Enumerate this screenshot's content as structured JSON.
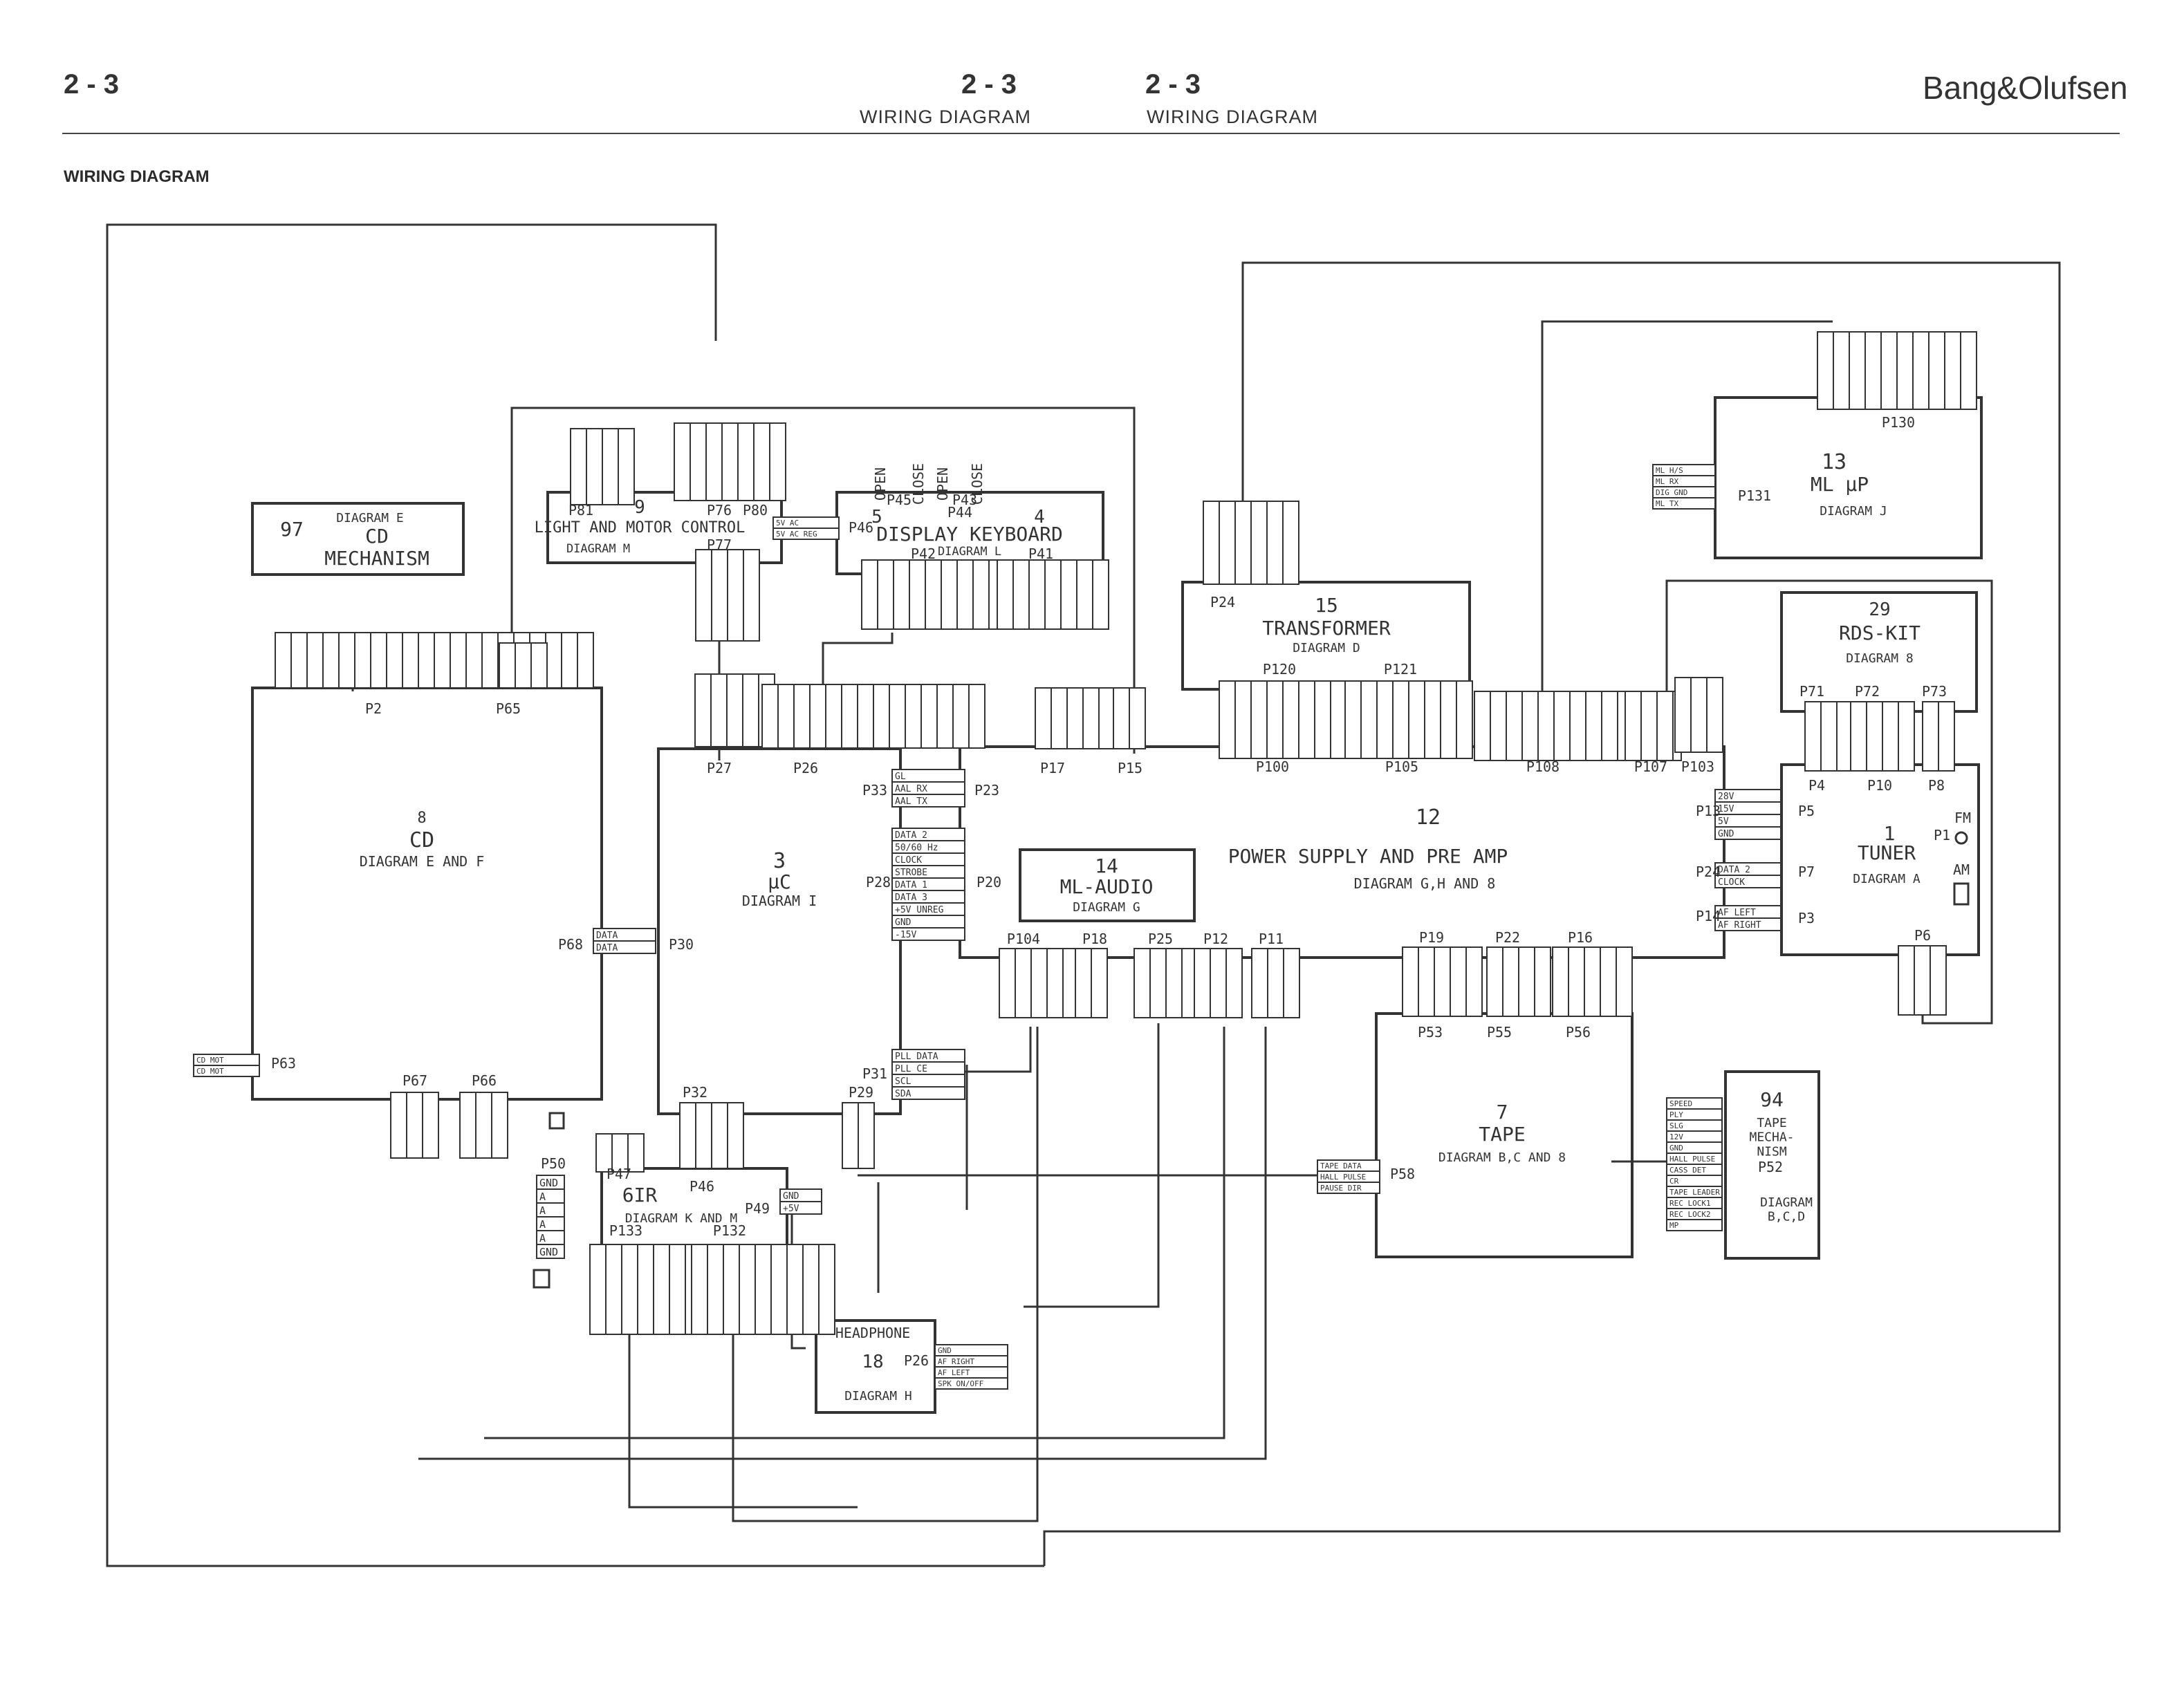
{
  "header": {
    "page_left": "2 - 3",
    "page_center_a": "2 - 3",
    "caption_center_a": "WIRING DIAGRAM",
    "page_center_b": "2 - 3",
    "caption_center_b": "WIRING DIAGRAM",
    "brand": "Bang&Olufsen",
    "section_title": "WIRING DIAGRAM"
  },
  "modules": [
    {
      "id": "cd",
      "num": "8",
      "name": "CD",
      "sub": "DIAGRAM E AND F"
    },
    {
      "id": "cdmech",
      "num": "97",
      "name": "CD\nMECHANISM",
      "sub": "DIAGRAM E"
    },
    {
      "id": "light",
      "num": "9",
      "name": "LIGHT AND MOTOR CONTROL",
      "sub": "DIAGRAM M"
    },
    {
      "id": "display",
      "num": "4",
      "name": "DISPLAY KEYBOARD",
      "sub": "DIAGRAM L",
      "extra": "5"
    },
    {
      "id": "uc",
      "num": "3",
      "name": "μC",
      "sub": "DIAGRAM I"
    },
    {
      "id": "mlaudio",
      "num": "14",
      "name": "ML-AUDIO",
      "sub": "DIAGRAM G"
    },
    {
      "id": "psu",
      "num": "12",
      "name": "POWER SUPPLY AND PRE AMP",
      "sub": "DIAGRAM G,H AND 8"
    },
    {
      "id": "transformer",
      "num": "15",
      "name": "TRANSFORMER",
      "sub": "DIAGRAM D"
    },
    {
      "id": "mlup",
      "num": "13",
      "name": "ML μP",
      "sub": "DIAGRAM J"
    },
    {
      "id": "rds",
      "num": "29",
      "name": "RDS-KIT",
      "sub": "DIAGRAM 8"
    },
    {
      "id": "tuner",
      "num": "1",
      "name": "TUNER",
      "sub": "DIAGRAM A"
    },
    {
      "id": "tape",
      "num": "7",
      "name": "TAPE",
      "sub": "DIAGRAM B,C AND 8"
    },
    {
      "id": "tapemech",
      "num": "94",
      "name": "TAPE\nMECHA-\nNISM",
      "sub": "DIAGRAM\nB,C,D"
    },
    {
      "id": "ir",
      "num": "6",
      "name": "IR",
      "sub": "DIAGRAM K AND M"
    },
    {
      "id": "headphone",
      "num": "18",
      "name": "HEADPHONE",
      "sub": "DIAGRAM H"
    }
  ],
  "connectors": [
    "P2",
    "P65",
    "P81",
    "P76",
    "P80",
    "P77",
    "P46",
    "P45",
    "P43",
    "P44",
    "P42",
    "P41",
    "P27",
    "P26",
    "P17",
    "P15",
    "P33",
    "P23",
    "P28",
    "P20",
    "P30",
    "P68",
    "P63",
    "P67",
    "P66",
    "P32",
    "P29",
    "P31",
    "P50",
    "P47",
    "P46",
    "P49",
    "P133",
    "P132",
    "P26",
    "P104",
    "P18",
    "P25",
    "P12",
    "P11",
    "P19",
    "P22",
    "P16",
    "P53",
    "P55",
    "P56",
    "P24",
    "P120",
    "P121",
    "P100",
    "P105",
    "P108",
    "P107",
    "P103",
    "P13",
    "P5",
    "P24",
    "P7",
    "P14",
    "P3",
    "P130",
    "P131",
    "P71",
    "P72",
    "P73",
    "P4",
    "P10",
    "P8",
    "P6",
    "P52",
    "P58"
  ],
  "switch_labels": [
    "OPEN",
    "CLOSE",
    "OPEN",
    "CLOSE"
  ],
  "antenna_labels": [
    "FM",
    "P1",
    "AM"
  ],
  "pin_groups": {
    "uc_p28": [
      "DATA 2",
      "50/60 Hz",
      "CLOCK",
      "STROBE",
      "DATA 1",
      "DATA 3",
      "+5V UNREG",
      "GND",
      "-15V"
    ],
    "uc_p33": [
      "GL",
      "AAL RX",
      "AAL TX"
    ],
    "uc_p30": [
      "DATA",
      "DATA"
    ],
    "uc_p31": [
      "PLL DATA",
      "PLL CE",
      "SCL",
      "SDA"
    ],
    "psu_p13": [
      "28V",
      "15V",
      "5V",
      "GND"
    ],
    "psu_p24": [
      "DATA 2",
      "CLOCK"
    ],
    "psu_p14": [
      "AF LEFT",
      "AF RIGHT"
    ],
    "ir_p49": [
      "GND",
      "+5V"
    ],
    "ir_p50": [
      "GND",
      "A",
      "A",
      "A",
      "A",
      "GND"
    ],
    "hp_p26": [
      "GND",
      "AF RIGHT",
      "AF LEFT",
      "SPK ON/OFF"
    ],
    "mlup_p131": [
      "ML H/S",
      "ML RX",
      "DIG GND",
      "ML TX"
    ],
    "light_p46": [
      "5V AC",
      "5V AC REG"
    ],
    "tape_p58": [
      "TAPE DATA",
      "HALL PULSE",
      "PAUSE DIR"
    ],
    "tapemech_p52": [
      "SPEED",
      "PLY",
      "SLG",
      "12V",
      "GND",
      "HALL PULSE",
      "CASS DET",
      "CR",
      "TAPE LEADER",
      "REC LOCK1",
      "REC LOCK2",
      "MP"
    ],
    "cd_p63": [
      "CD MOT",
      "CD MOT"
    ]
  }
}
